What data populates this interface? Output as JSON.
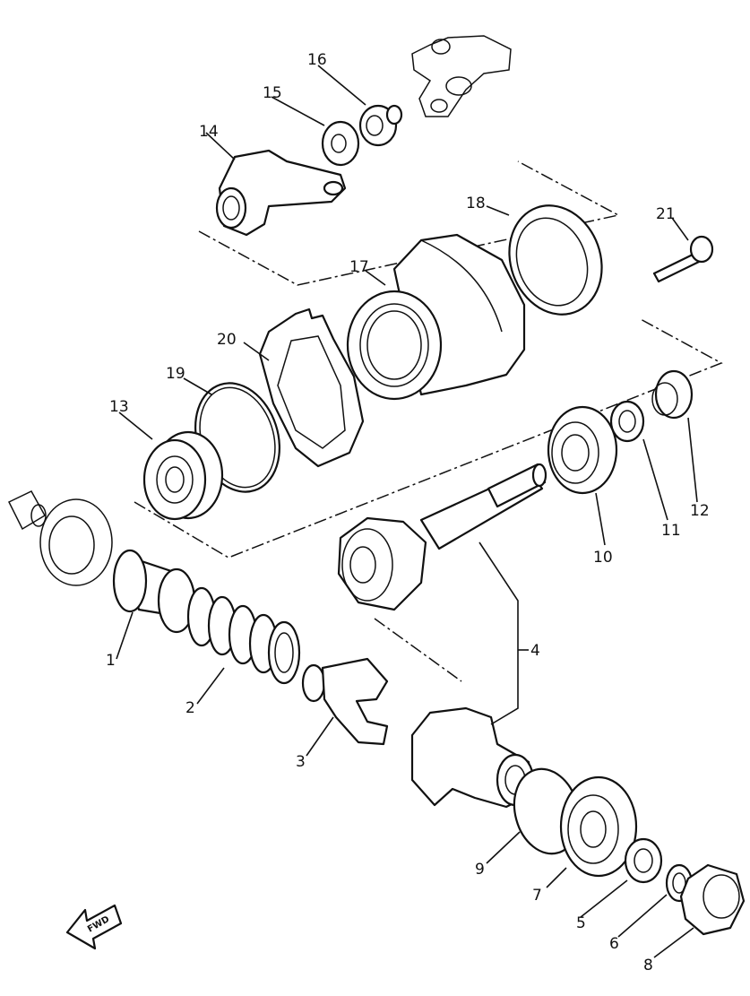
{
  "callouts": {
    "c1": "1",
    "c2": "2",
    "c3": "3",
    "c4": "4",
    "c5": "5",
    "c6": "6",
    "c7": "7",
    "c8": "8",
    "c9": "9",
    "c10": "10",
    "c11": "11",
    "c12": "12",
    "c13": "13",
    "c14": "14",
    "c15": "15",
    "c16": "16",
    "c17": "17",
    "c18": "18",
    "c19": "19",
    "c20": "20",
    "c21": "21"
  },
  "fwd_label": "FWD"
}
